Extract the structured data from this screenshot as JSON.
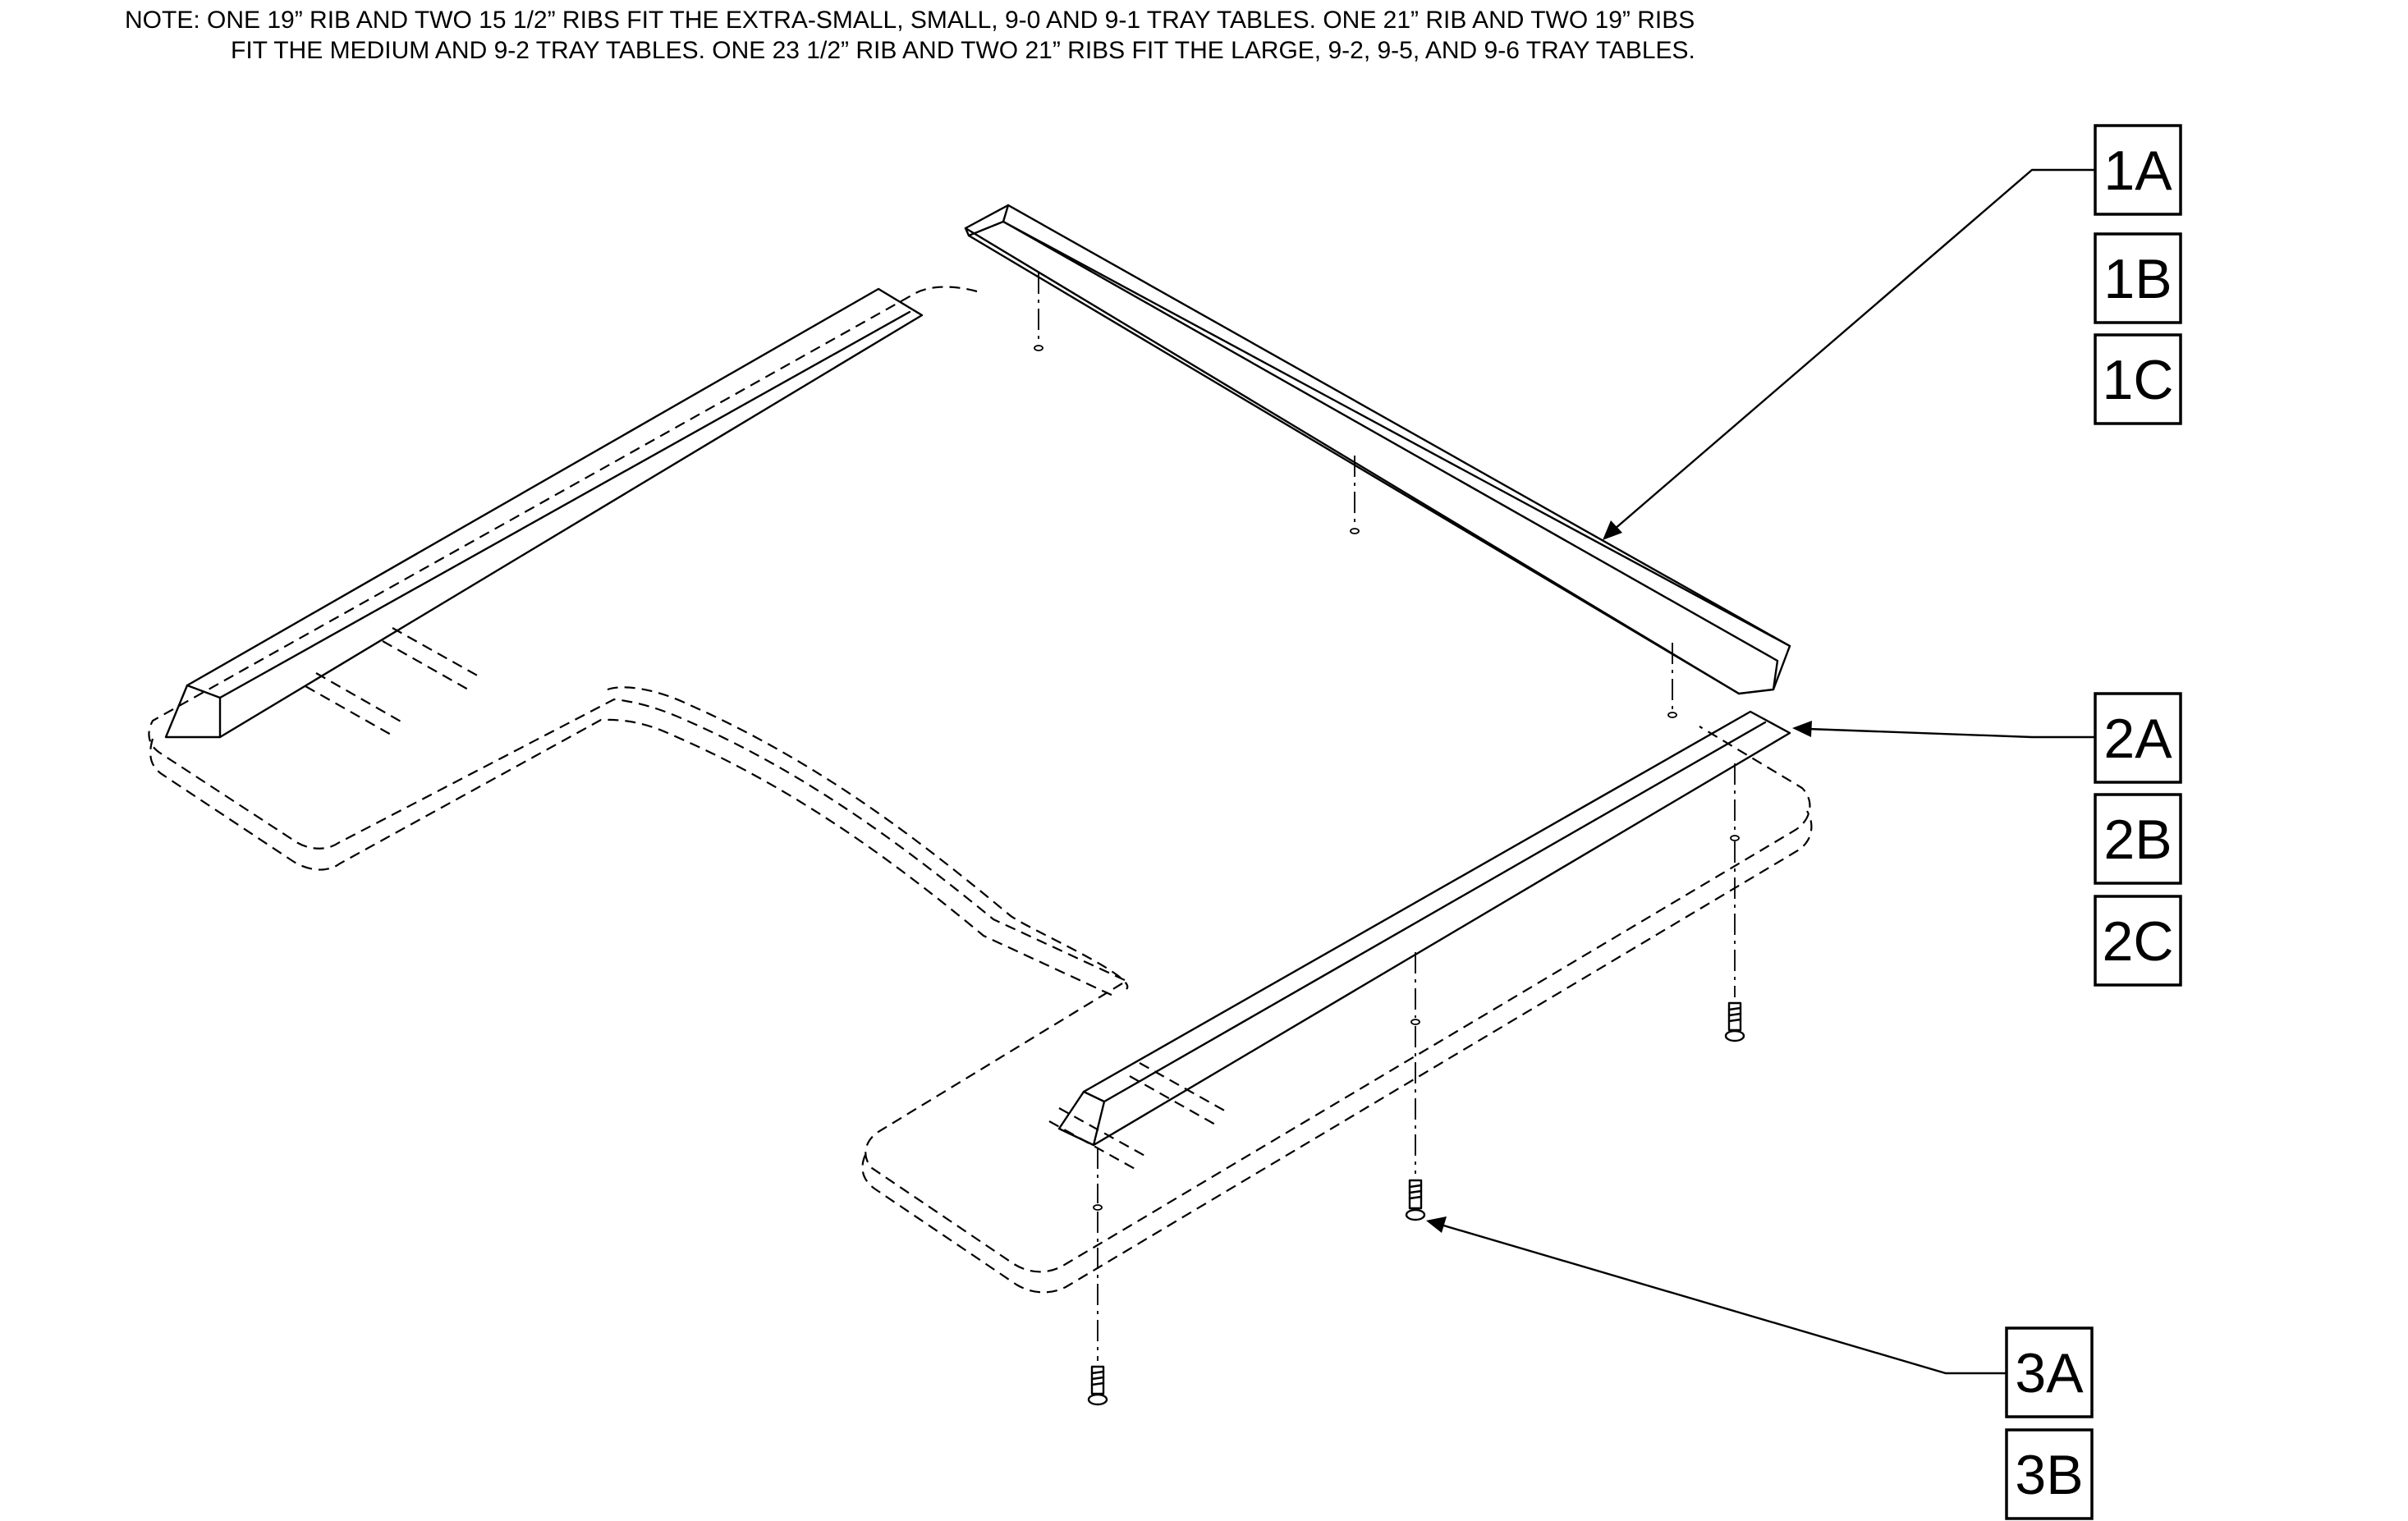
{
  "note": {
    "line1": "NOTE: ONE 19” RIB AND TWO 15 1/2” RIBS FIT THE EXTRA-SMALL, SMALL, 9-0 AND 9-1 TRAY TABLES. ONE 21” RIB AND TWO 19” RIBS",
    "line2": "FIT THE MEDIUM AND 9-2 TRAY TABLES. ONE 23 1/2” RIB AND TWO 21” RIBS FIT THE LARGE, 9-2, 9-5, AND 9-6 TRAY TABLES."
  },
  "callouts": {
    "group1": [
      "1A",
      "1B",
      "1C"
    ],
    "group2": [
      "2A",
      "2B",
      "2C"
    ],
    "group3": [
      "3A",
      "3B"
    ]
  },
  "colors": {
    "ink": "#000000",
    "paper": "#ffffff"
  }
}
